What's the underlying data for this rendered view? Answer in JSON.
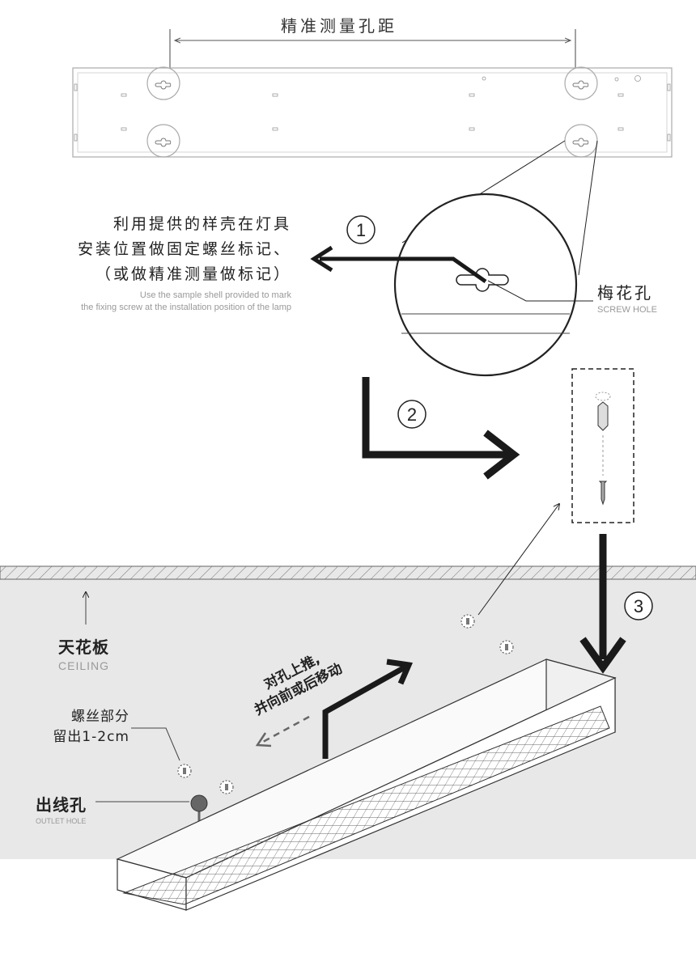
{
  "dimension": {
    "label": "精准测量孔距"
  },
  "step1": {
    "number": "1",
    "instruction_cn": [
      "利用提供的样壳在灯具",
      "安装位置做固定螺丝标记、",
      "（或做精准测量做标记）"
    ],
    "instruction_en": [
      "Use the sample shell provided to mark",
      "the fixing screw at the installation position of the lamp"
    ]
  },
  "screw_hole": {
    "cn": "梅花孔",
    "en": "SCREW HOLE"
  },
  "step2": {
    "number": "2"
  },
  "step3": {
    "number": "3"
  },
  "ceiling": {
    "cn": "天花板",
    "en": "CEILING"
  },
  "push": {
    "line1": "对孔上推,",
    "line2": "并向前或后移动"
  },
  "screw_part": {
    "line1": "螺丝部分",
    "line2": "留出1-2cm"
  },
  "outlet": {
    "cn": "出线孔",
    "en": "OUTLET HOLE"
  },
  "colors": {
    "ceiling_fill": "#e8e8e8",
    "arrow_dark": "#1a1a1a",
    "line_gray": "#999999"
  }
}
